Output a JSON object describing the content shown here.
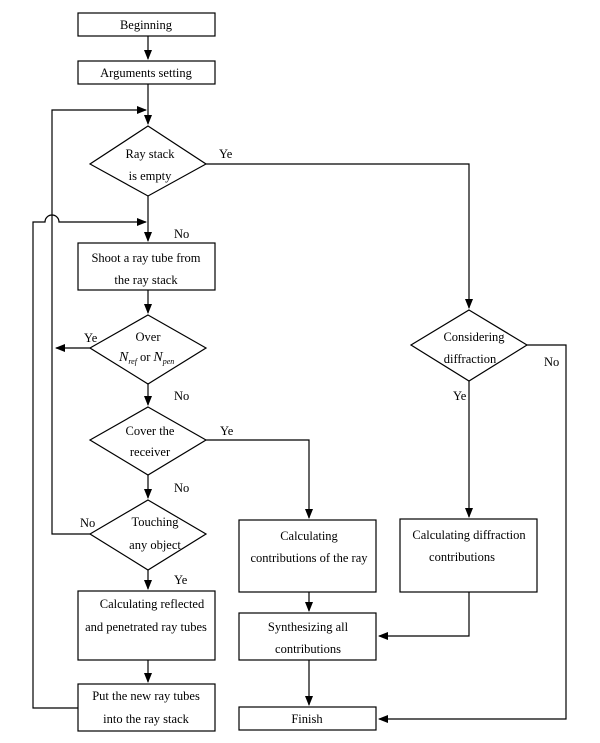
{
  "nodes": {
    "beginning": "Beginning",
    "arguments": "Arguments setting",
    "ray_stack_empty": [
      "Ray stack",
      "is empty"
    ],
    "shoot": [
      "Shoot a ray tube from",
      "the ray stack"
    ],
    "over": {
      "line1": "Over",
      "n_ref_base": "N",
      "n_ref_sub": "ref",
      "or": "or",
      "n_pen_base": "N",
      "n_pen_sub": "pen"
    },
    "cover": [
      "Cover the",
      "receiver"
    ],
    "touching": [
      "Touching",
      "any object"
    ],
    "calc_reflected": [
      "Calculating reflected",
      "and penetrated ray tubes"
    ],
    "put_new": [
      "Put the new ray tubes",
      "into the ray stack"
    ],
    "calc_contrib": [
      "Calculating",
      "contributions of the ray"
    ],
    "synthesizing": [
      "Synthesizing all",
      "contributions"
    ],
    "finish": "Finish",
    "considering": [
      "Considering",
      "diffraction"
    ],
    "calc_diffraction": [
      "Calculating diffraction",
      "contributions"
    ]
  },
  "edge_labels": {
    "ray_stack_yes": "Ye",
    "ray_stack_no": "No",
    "over_yes": "Ye",
    "over_no": "No",
    "cover_yes": "Ye",
    "cover_no": "No",
    "touching_no": "No",
    "touching_yes": "Ye",
    "considering_yes": "Ye",
    "considering_no": "No"
  }
}
